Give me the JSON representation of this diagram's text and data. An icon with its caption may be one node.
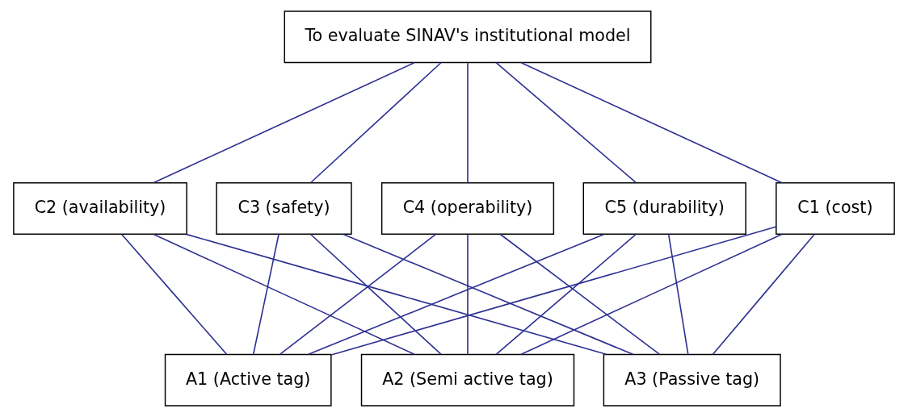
{
  "diagram": {
    "nodes": [
      {
        "text": [
          "To evaluate SINAV's institutional model"
        ]
      },
      {
        "text": [
          "C1 (cost)"
        ]
      },
      {
        "text": [
          "C2 (availability)"
        ]
      },
      {
        "text": [
          "C3 (safety)"
        ]
      },
      {
        "text": [
          "C4 (operability)"
        ]
      },
      {
        "text": [
          "C5 (durability)"
        ]
      },
      {
        "text": [
          "A1 (Active tag)"
        ]
      },
      {
        "text": [
          "A2 (Semi active tag)"
        ]
      },
      {
        "text": [
          "A3 (Passive tag)"
        ]
      }
    ],
    "edges": [
      {
        "from": 0,
        "to": 1,
        "arrow": "none"
      },
      {
        "from": 0,
        "to": 2,
        "arrow": "none"
      },
      {
        "from": 0,
        "to": 3,
        "arrow": "none"
      },
      {
        "from": 0,
        "to": 4,
        "arrow": "none"
      },
      {
        "from": 0,
        "to": 5,
        "arrow": "none"
      },
      {
        "from": 1,
        "to": 6,
        "arrow": "none"
      },
      {
        "from": 1,
        "to": 7,
        "arrow": "none"
      },
      {
        "from": 1,
        "to": 8,
        "arrow": "none"
      },
      {
        "from": 2,
        "to": 6,
        "arrow": "none"
      },
      {
        "from": 2,
        "to": 7,
        "arrow": "none"
      },
      {
        "from": 2,
        "to": 8,
        "arrow": "none"
      },
      {
        "from": 3,
        "to": 6,
        "arrow": "none"
      },
      {
        "from": 3,
        "to": 7,
        "arrow": "none"
      },
      {
        "from": 3,
        "to": 8,
        "arrow": "none"
      },
      {
        "from": 4,
        "to": 6,
        "arrow": "none"
      },
      {
        "from": 4,
        "to": 7,
        "arrow": "none"
      },
      {
        "from": 4,
        "to": 8,
        "arrow": "none"
      },
      {
        "from": 5,
        "to": 6,
        "arrow": "none"
      },
      {
        "from": 5,
        "to": 7,
        "arrow": "none"
      },
      {
        "from": 5,
        "to": 8,
        "arrow": "none"
      }
    ]
  }
}
